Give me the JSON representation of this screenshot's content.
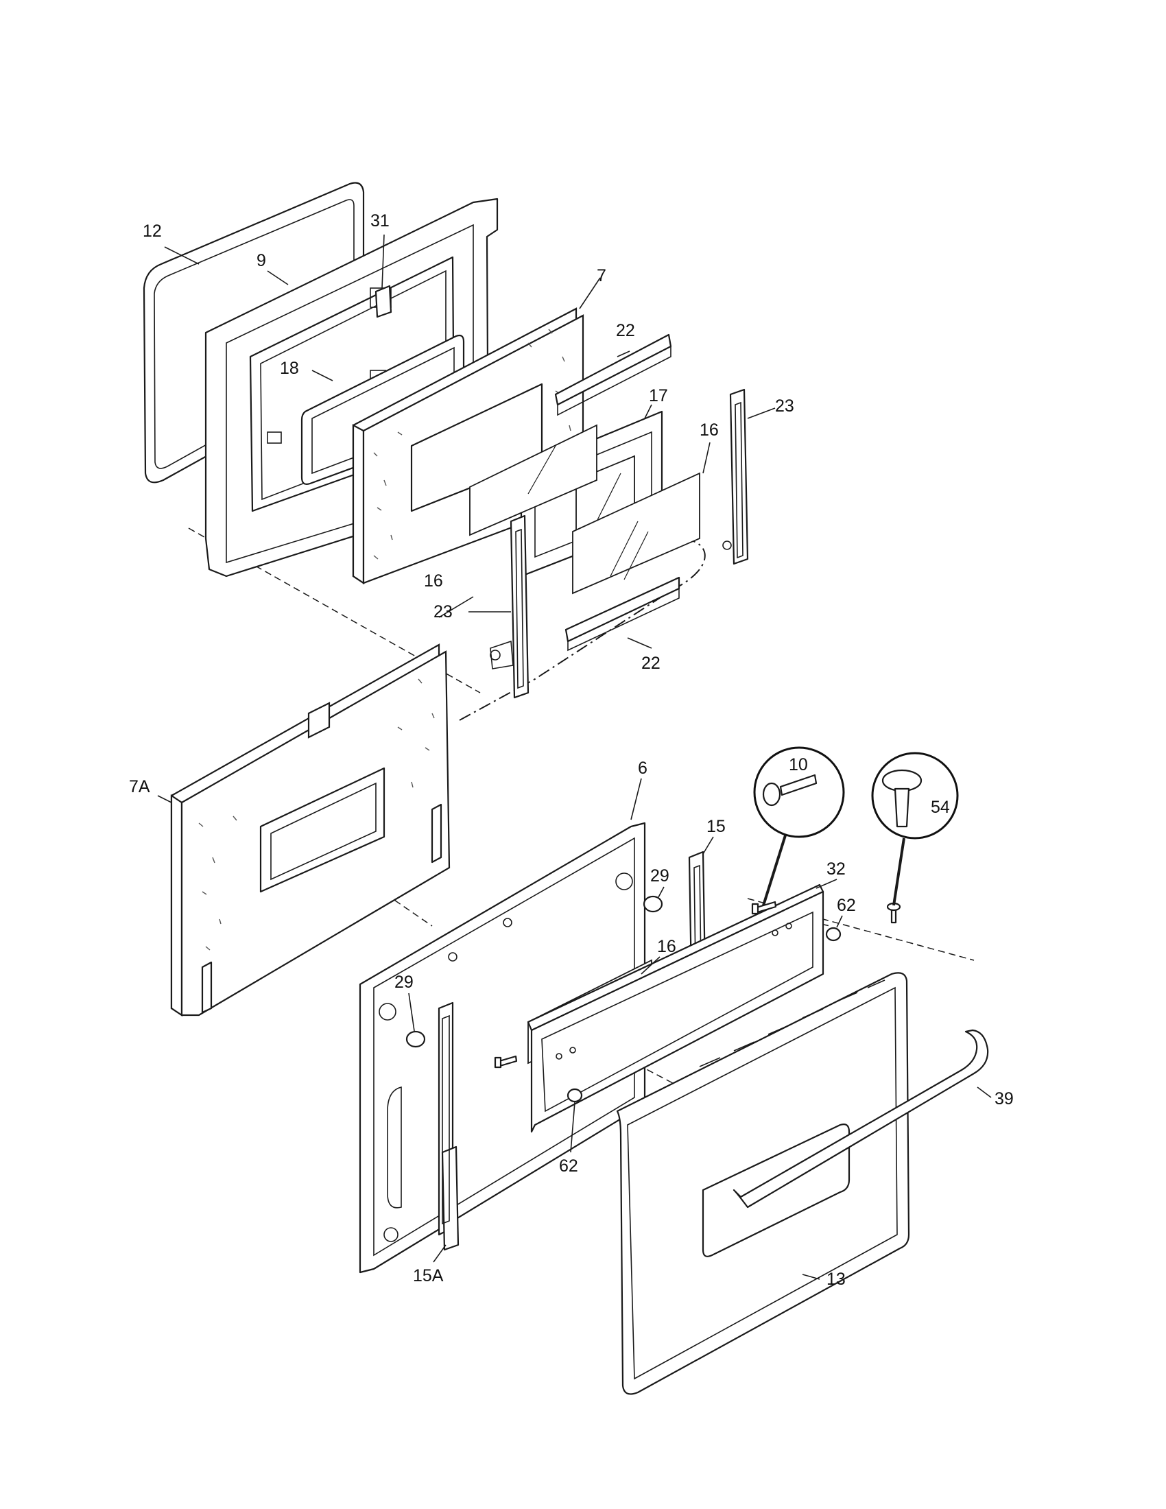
{
  "labels": {
    "12": "12",
    "31": "31",
    "9": "9",
    "7": "7",
    "22a": "22",
    "18": "18",
    "17": "17",
    "23a": "23",
    "16a": "16",
    "16b": "16",
    "23b": "23",
    "22b": "22",
    "7A": "7A",
    "10": "10",
    "54": "54",
    "6": "6",
    "15": "15",
    "29a": "29",
    "32": "32",
    "62a": "62",
    "16c": "16",
    "29b": "29",
    "39": "39",
    "62b": "62",
    "15A": "15A",
    "13": "13"
  }
}
